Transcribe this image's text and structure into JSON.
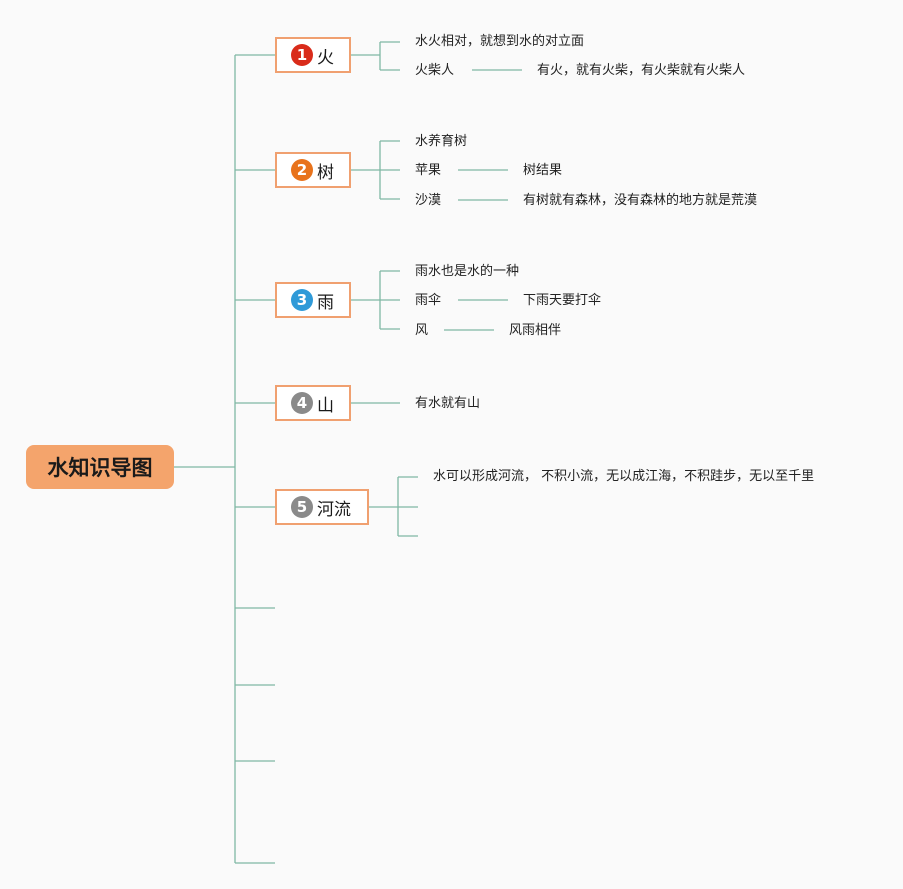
{
  "root": {
    "label": "水知识导图"
  },
  "colors": {
    "line": "#7fb8a4",
    "topic_border": "#f0a070",
    "root_bg": "#f4a46c"
  },
  "topics": [
    {
      "number": "1",
      "label": "火",
      "badge_color": "#d92b1a",
      "children": [
        {
          "label": "水火相对，就想到水的对立面"
        },
        {
          "label": "火柴人",
          "child": "有火，就有火柴，有火柴就有火柴人"
        }
      ]
    },
    {
      "number": "2",
      "label": "树",
      "badge_color": "#e8731c",
      "children": [
        {
          "label": "水养育树"
        },
        {
          "label": "苹果",
          "child": "树结果"
        },
        {
          "label": "沙漠",
          "child": "有树就有森林，没有森林的地方就是荒漠"
        }
      ]
    },
    {
      "number": "3",
      "label": "雨",
      "badge_color": "#2f9ad8",
      "children": [
        {
          "label": "雨水也是水的一种"
        },
        {
          "label": "雨伞",
          "child": "下雨天要打伞"
        },
        {
          "label": "风",
          "child": "风雨相伴"
        }
      ]
    },
    {
      "number": "4",
      "label": "山",
      "badge_color": "#8a8a8a",
      "children": [
        {
          "label": "有水就有山"
        }
      ]
    },
    {
      "number": "5",
      "label": "河流",
      "badge_color": "#8a8a8a",
      "children": [
        {
          "label": "水可以形成河流， 不积小流，无以成江海，不积跬步，无以至千里"
        },
        {
          "label": ""
        },
        {
          "label": ""
        }
      ]
    }
  ]
}
